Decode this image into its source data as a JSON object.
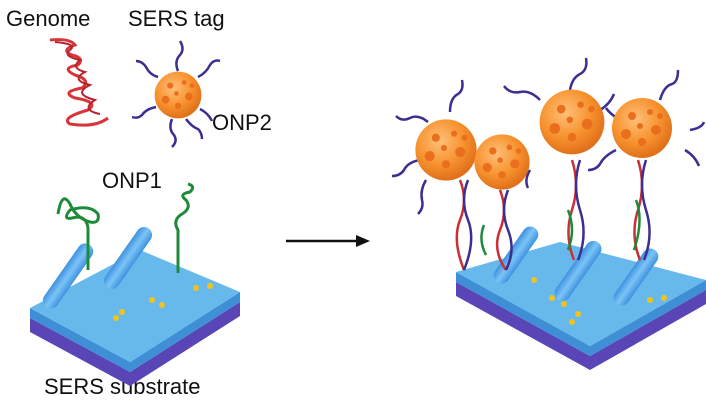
{
  "labels": {
    "genome": "Genome",
    "sers_tag": "SERS tag",
    "onp2": "ONP2",
    "onp1": "ONP1",
    "sers_substrate": "SERS substrate"
  },
  "colors": {
    "genome": "#d9343a",
    "particle": "#f7922e",
    "particle_spot": "#ea6f1c",
    "ligand": "#3b2f8f",
    "probe": "#1f8a3a",
    "substrate_top": "#67b9ec",
    "substrate_side": "#3f8fd6",
    "substrate_base": "#5a45b6",
    "rod": "#58aef0",
    "dot": "#f2c21e",
    "arrow": "#111111"
  }
}
